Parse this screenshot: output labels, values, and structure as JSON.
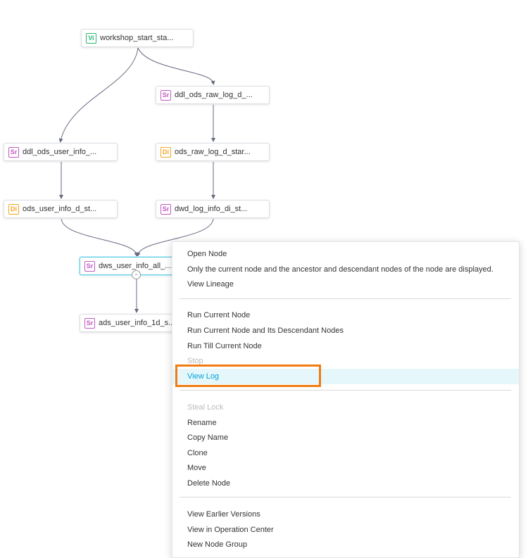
{
  "colors": {
    "accent": "#00a1d6",
    "highlight_bg": "#e6f7fc",
    "annotation": "#f07c12",
    "badge_vi": "#2bb673",
    "badge_sr": "#c25bc4",
    "badge_di": "#f5a623"
  },
  "nodes": {
    "workshop_start": {
      "badge": "Vi",
      "label": "workshop_start_sta..."
    },
    "ddl_ods_raw_log": {
      "badge": "Sr",
      "label": "ddl_ods_raw_log_d_..."
    },
    "ddl_ods_user_info": {
      "badge": "Sr",
      "label": "ddl_ods_user_info_..."
    },
    "ods_raw_log": {
      "badge": "Di",
      "label": "ods_raw_log_d_star..."
    },
    "ods_user_info": {
      "badge": "Di",
      "label": "ods_user_info_d_st..."
    },
    "dwd_log_info": {
      "badge": "Sr",
      "label": "dwd_log_info_di_st..."
    },
    "dws_user_info_all": {
      "badge": "Sr",
      "label": "dws_user_info_all_..."
    },
    "ads_user_info_1d": {
      "badge": "Sr",
      "label": "ads_user_info_1d_s..."
    }
  },
  "collapse_toggle": "-",
  "context_menu": {
    "open_node": "Open Node",
    "lineage_note": "Only the current node and the ancestor and descendant nodes of the node are displayed.",
    "view_lineage": "View Lineage",
    "run_current": "Run Current Node",
    "run_descendants": "Run Current Node and Its Descendant Nodes",
    "run_till": "Run Till Current Node",
    "stop": "Stop",
    "view_log": "View Log",
    "steal_lock": "Steal Lock",
    "rename": "Rename",
    "copy_name": "Copy Name",
    "clone": "Clone",
    "move": "Move",
    "delete_node": "Delete Node",
    "view_earlier_versions": "View Earlier Versions",
    "view_in_operation_center": "View in Operation Center",
    "new_node_group": "New Node Group"
  }
}
